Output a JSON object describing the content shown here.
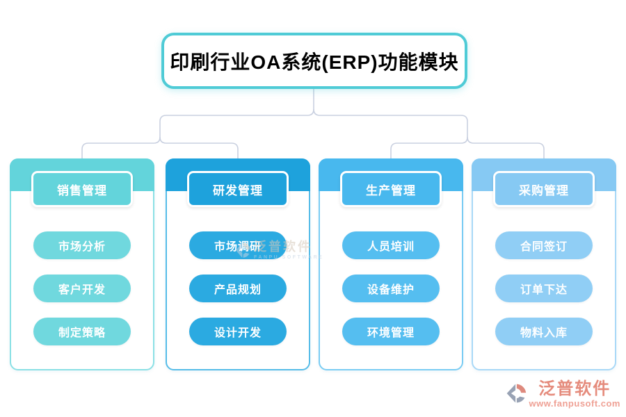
{
  "title": "印刷行业OA系统(ERP)功能模块",
  "columns": [
    {
      "header": "销售管理",
      "items": [
        "市场分析",
        "客户开发",
        "制定策略"
      ],
      "colors": {
        "band": "#63D4DB",
        "pill": "#70D8DE",
        "border": "#8AE0E5"
      }
    },
    {
      "header": "研发管理",
      "items": [
        "市场调研",
        "产品规划",
        "设计开发"
      ],
      "colors": {
        "band": "#1EA2DC",
        "pill": "#2BAAE1",
        "border": "#55BCE8"
      }
    },
    {
      "header": "生产管理",
      "items": [
        "人员培训",
        "设备维护",
        "环境管理"
      ],
      "colors": {
        "band": "#48B8EE",
        "pill": "#55BEF0",
        "border": "#79CCF3"
      }
    },
    {
      "header": "采购管理",
      "items": [
        "合同签订",
        "订单下达",
        "物料入库"
      ],
      "colors": {
        "band": "#86C9F3",
        "pill": "#90CEF5",
        "border": "#A8D8F7"
      }
    }
  ],
  "colors": {
    "title_border": "#4FCBD6",
    "connector": "#C9D0E0",
    "brand": "#E58B7C",
    "brand_url": "#EFA195",
    "watermark_name": "#D6C9BB",
    "watermark_sub": "#C3D2E2",
    "logo_gray": "#98A2B4",
    "logo_salmon": "#DE8A7E"
  },
  "watermark": {
    "name": "泛普软件",
    "subtitle": "FANPU SOFTWARE"
  },
  "brand": {
    "name": "泛普软件",
    "url": "www.fanpusoft.com"
  }
}
